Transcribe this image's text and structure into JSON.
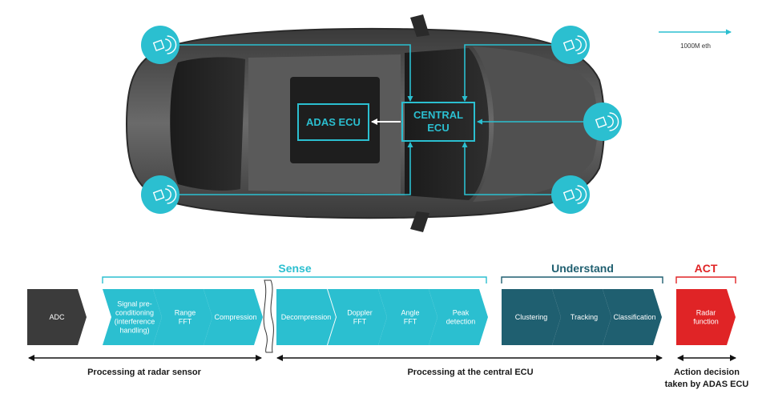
{
  "colors": {
    "cyan": "#2bbfd0",
    "teal_dark": "#1f5f70",
    "act_red": "#e02426",
    "adc_gray": "#3b3b3b",
    "car_body": "#4a4a4a",
    "text_dark": "#1a1a1a"
  },
  "legend": {
    "label": "1000M eth"
  },
  "ecus": {
    "adas": "ADAS ECU",
    "central_line1": "CENTRAL",
    "central_line2": "ECU"
  },
  "groups": {
    "sense": "Sense",
    "understand": "Understand",
    "act": "ACT"
  },
  "pipeline": [
    {
      "lines": [
        "ADC"
      ],
      "color_key": "adc_gray",
      "shape": "first"
    },
    {
      "lines": [
        "Signal pre-",
        "conditioning",
        "(interference",
        "handling)"
      ],
      "color_key": "cyan",
      "shape": "mid"
    },
    {
      "lines": [
        "Range",
        "FFT"
      ],
      "color_key": "cyan",
      "shape": "mid"
    },
    {
      "lines": [
        "Compression"
      ],
      "color_key": "cyan",
      "shape": "mid"
    },
    {
      "lines": [
        "Decompression"
      ],
      "color_key": "cyan",
      "shape": "first"
    },
    {
      "lines": [
        "Doppler",
        "FFT"
      ],
      "color_key": "cyan",
      "shape": "mid"
    },
    {
      "lines": [
        "Angle",
        "FFT"
      ],
      "color_key": "cyan",
      "shape": "mid"
    },
    {
      "lines": [
        "Peak",
        "detection"
      ],
      "color_key": "cyan",
      "shape": "mid"
    },
    {
      "lines": [
        "Clustering"
      ],
      "color_key": "teal_dark",
      "shape": "first"
    },
    {
      "lines": [
        "Tracking"
      ],
      "color_key": "teal_dark",
      "shape": "mid"
    },
    {
      "lines": [
        "Classification"
      ],
      "color_key": "teal_dark",
      "shape": "mid"
    },
    {
      "lines": [
        "Radar",
        "function"
      ],
      "color_key": "act_red",
      "shape": "first"
    }
  ],
  "bottom_labels": {
    "radar_sensor": "Processing at radar sensor",
    "central_ecu": "Processing at the central ECU",
    "adas_line1": "Action decision",
    "adas_line2": "taken by ADAS ECU"
  }
}
